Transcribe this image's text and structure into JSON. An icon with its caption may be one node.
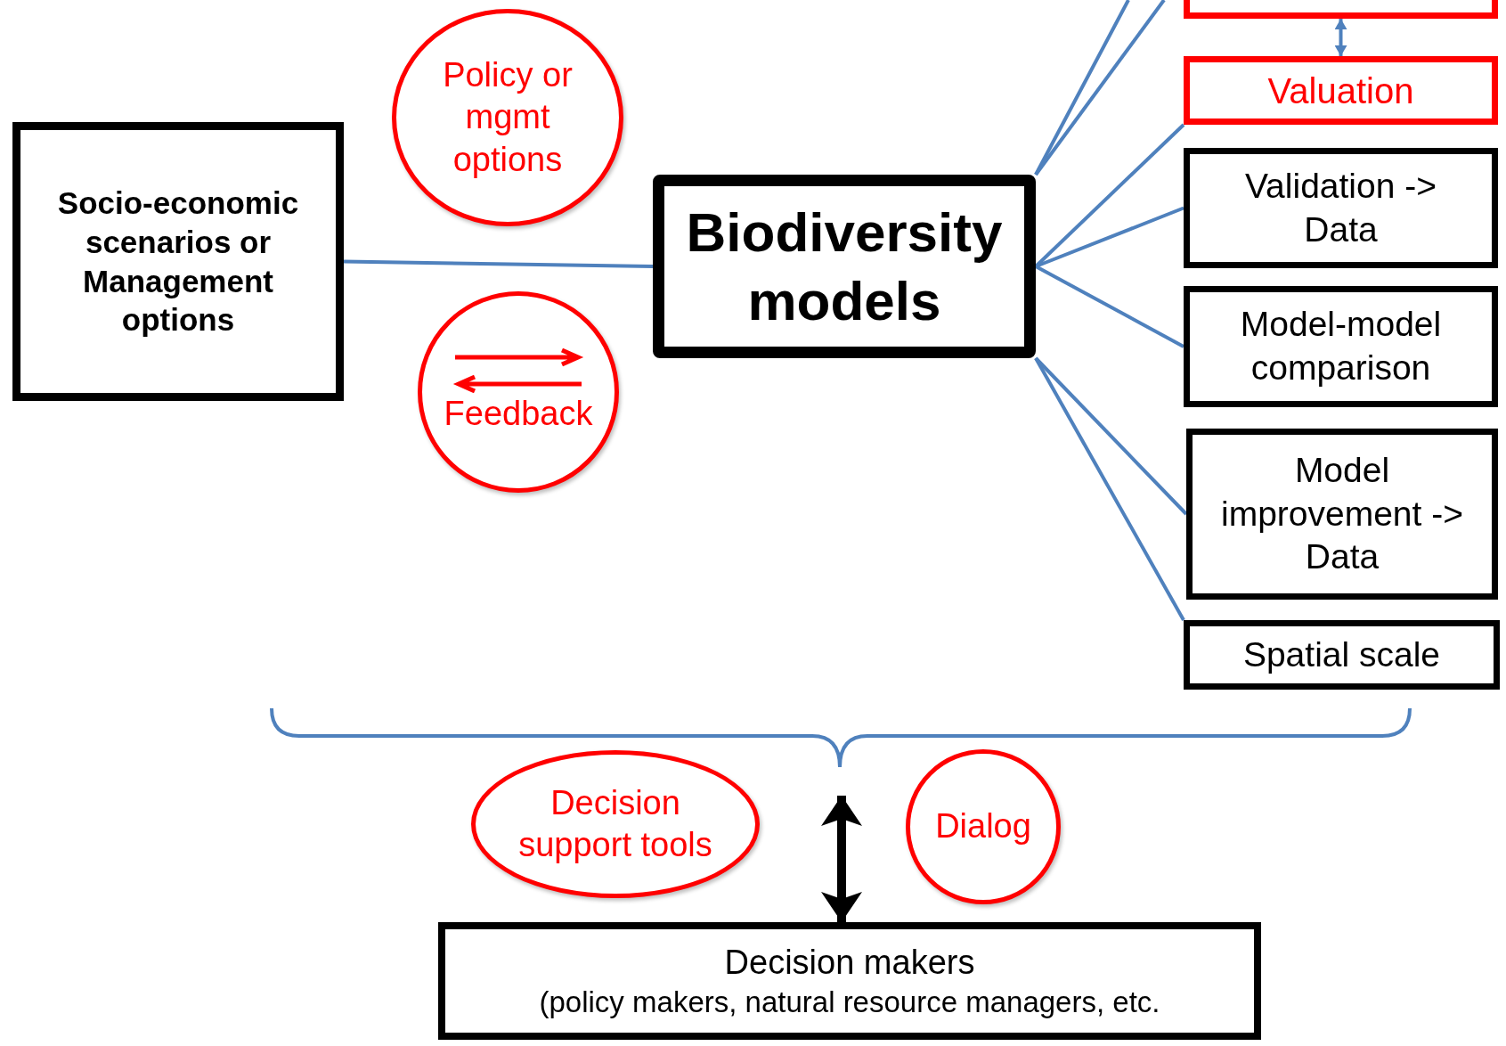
{
  "diagram": {
    "nodes": [
      {
        "text": [
          "Socio-economic scenarios or Management options"
        ]
      },
      {
        "text": [
          "Policy or mgmt options"
        ]
      },
      {
        "text": [
          "Feedback"
        ]
      },
      {
        "text": [
          "Biodiversity models"
        ]
      },
      {
        "text": [],
        "shape": "box"
      },
      {
        "text": [
          "Valuation"
        ]
      },
      {
        "text": [
          "Validation -> Data"
        ]
      },
      {
        "text": [
          "Model-model comparison"
        ]
      },
      {
        "text": [
          "Model improvement -> Data"
        ]
      },
      {
        "text": [
          "Spatial scale"
        ]
      },
      {
        "text": [
          "Decision support tools"
        ]
      },
      {
        "text": [
          "Dialog"
        ]
      },
      {
        "text": [
          "Decision makers",
          "(policy makers, natural resource managers, etc."
        ]
      }
    ],
    "edges": [
      {
        "from": 0,
        "to": 3,
        "arrow": "none"
      },
      {
        "from": 3,
        "to": null,
        "arrow": "none"
      },
      {
        "from": 3,
        "to": null,
        "arrow": "none"
      },
      {
        "from": 3,
        "to": 5,
        "arrow": "none"
      },
      {
        "from": 3,
        "to": 6,
        "arrow": "none"
      },
      {
        "from": 3,
        "to": 7,
        "arrow": "none"
      },
      {
        "from": 3,
        "to": 8,
        "arrow": "none"
      },
      {
        "from": 3,
        "to": 9,
        "arrow": "none"
      },
      {
        "from": 4,
        "to": 5,
        "arrow": "both"
      },
      {
        "from": null,
        "to": 12,
        "arrow": "both",
        "style": "thick",
        "color": "#000000"
      }
    ]
  }
}
